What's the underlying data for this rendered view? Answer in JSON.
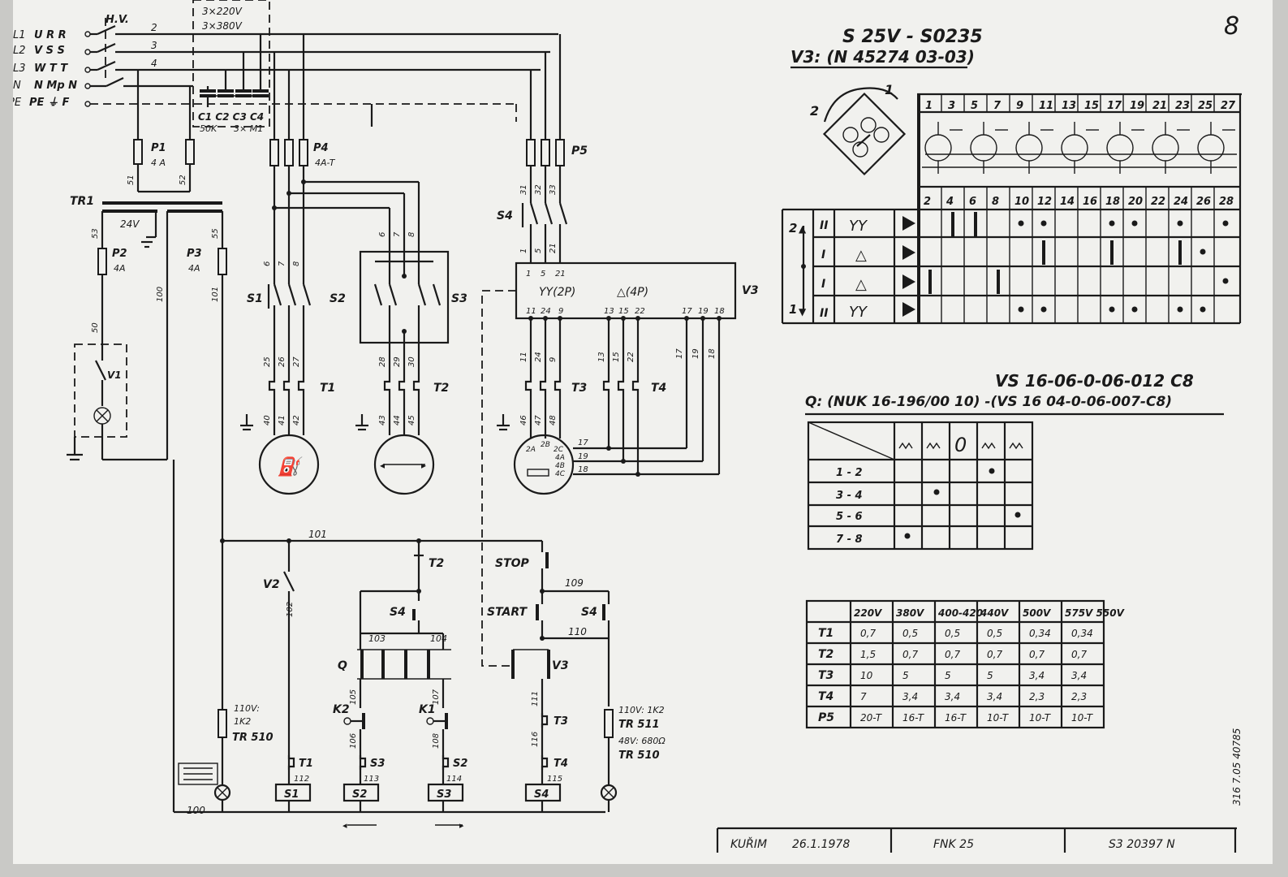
{
  "page_number": "8",
  "header": {
    "model": "S 25V - S0235",
    "v3_code": "V3: (N 45274 03-03)"
  },
  "supply": {
    "lines": [
      {
        "label": "L1",
        "marks": "U R R",
        "wire": "2"
      },
      {
        "label": "L2",
        "marks": "V S S",
        "wire": "3"
      },
      {
        "label": "L3",
        "marks": "W T T",
        "wire": "4"
      },
      {
        "label": "N",
        "marks": "N Mp N",
        "wire": ""
      },
      {
        "label": "PE",
        "marks": "PE ⏚ F",
        "wire": ""
      }
    ],
    "switch_label": "H.V.",
    "voltage_1": "3×220V",
    "voltage_2": "3×380V",
    "capacitors": "C1 C2 C3 C4",
    "cap_values_1": "50K",
    "cap_values_2": "3× M1"
  },
  "fuses": {
    "p1": "P1",
    "p1_rating": "4 A",
    "p4": "P4",
    "p4_rating": "4A-T",
    "p5": "P5",
    "p2": "P2",
    "p2_rating": "4A",
    "p3": "P3",
    "p3_rating": "4A"
  },
  "transformer": {
    "label": "TR1",
    "secondary": "24V"
  },
  "components": {
    "s1": "S1",
    "s2": "S2",
    "s3": "S3",
    "s4": "S4",
    "v3": "V3",
    "v1": "V1",
    "v2": "V2",
    "t1": "T1",
    "t2": "T2",
    "t3": "T3",
    "t4": "T4",
    "v3_2p": "YY(2P)",
    "v3_4p": "△(4P)",
    "stop": "STOP",
    "start": "START",
    "q": "Q",
    "k1": "K1",
    "k2": "K2"
  },
  "wire_numbers": {
    "w51": "51",
    "w52": "52",
    "w53": "53",
    "w55": "55",
    "w50": "50",
    "w100": "100",
    "w101": "101",
    "w6": "6",
    "w7": "7",
    "w8": "8",
    "w31": "31",
    "w32": "32",
    "w33": "33",
    "w1": "1",
    "w5": "5",
    "w21": "21",
    "w11": "11",
    "w24": "24",
    "w9": "9",
    "w13": "13",
    "w15": "15",
    "w22": "22",
    "w17": "17",
    "w19": "19",
    "w18": "18",
    "w25": "25",
    "w26": "26",
    "w27": "27",
    "w28": "28",
    "w29": "29",
    "w30": "30",
    "w40": "40",
    "w41": "41",
    "w42": "42",
    "w43": "43",
    "w44": "44",
    "w45": "45",
    "w46": "46",
    "w47": "47",
    "w48": "48",
    "w102": "102",
    "w103": "103",
    "w104": "104",
    "w109": "109",
    "w110": "110",
    "w105": "105",
    "w106": "106",
    "w107": "107",
    "w108": "108",
    "w111": "111",
    "w116": "116",
    "w112": "112",
    "w113": "113",
    "w114": "114",
    "w115": "115",
    "m2a": "2A",
    "m2b": "2B",
    "m2c": "2C",
    "m4a": "4A",
    "m4b": "4B",
    "m4c": "4C"
  },
  "lamps": {
    "left_1": "110V:",
    "left_2": "1K2",
    "left_3": "TR 510",
    "right_1": "110V: 1K2",
    "right_2": "TR 511",
    "right_3": "48V: 680Ω",
    "right_4": "TR 510"
  },
  "coils": [
    "S1",
    "S2",
    "S3",
    "S4"
  ],
  "switch_table": {
    "positions_top": [
      "1",
      "3",
      "5",
      "7",
      "9",
      "11",
      "13",
      "15",
      "17",
      "19",
      "21",
      "23",
      "25",
      "27"
    ],
    "positions_bottom": [
      "2",
      "4",
      "6",
      "8",
      "10",
      "12",
      "14",
      "16",
      "18",
      "20",
      "22",
      "24",
      "26",
      "28"
    ],
    "dial_1": "1",
    "dial_2": "2",
    "side_top": "2",
    "side_bottom": "1",
    "rows": [
      {
        "roman": "II",
        "symbol": "YY"
      },
      {
        "roman": "I",
        "symbol": "△"
      },
      {
        "roman": "I",
        "symbol": "△"
      },
      {
        "roman": "II",
        "symbol": "YY"
      }
    ]
  },
  "q_table": {
    "code_top": "VS 16-06-0-06-012 C8",
    "code_main": "Q: (NUK 16-196/00 10) -(VS 16 04-0-06-007-C8)",
    "zero": "0",
    "rows": [
      "1 - 2",
      "3 - 4",
      "5 - 6",
      "7 - 8"
    ]
  },
  "rating_table": {
    "headers": [
      "220V",
      "380V",
      "400-420",
      "440V",
      "500V",
      "575V 550V"
    ],
    "rows": [
      {
        "name": "T1",
        "values": [
          "0,7",
          "0,5",
          "0,5",
          "0,5",
          "0,34",
          "0,34"
        ]
      },
      {
        "name": "T2",
        "values": [
          "1,5",
          "0,7",
          "0,7",
          "0,7",
          "0,7",
          "0,7"
        ]
      },
      {
        "name": "T3",
        "values": [
          "10",
          "5",
          "5",
          "5",
          "3,4",
          "3,4"
        ]
      },
      {
        "name": "T4",
        "values": [
          "7",
          "3,4",
          "3,4",
          "3,4",
          "2,3",
          "2,3"
        ]
      },
      {
        "name": "P5",
        "values": [
          "20-T",
          "16-T",
          "16-T",
          "10-T",
          "10-T",
          "10-T"
        ]
      }
    ]
  },
  "title_block": {
    "place": "KUŘIM",
    "date": "26.1.1978",
    "model": "FNK 25",
    "number": "S3 20397 N"
  },
  "side_number": "316 7.05 40785"
}
